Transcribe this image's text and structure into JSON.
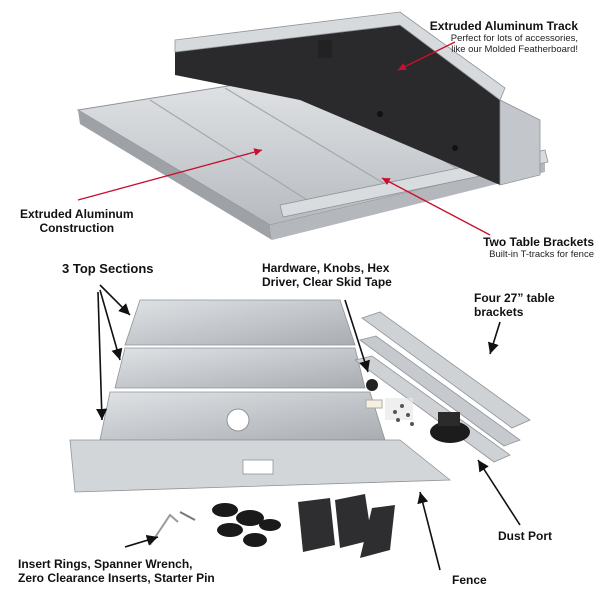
{
  "callouts": {
    "track": {
      "title": "Extruded Aluminum Track",
      "sub1": "Perfect for lots of accessories,",
      "sub2": "like our Molded Featherboard!"
    },
    "construction": {
      "line1": "Extruded Aluminum",
      "line2": "Construction"
    },
    "brackets": {
      "title": "Two Table Brackets",
      "sub": "Built-in T-tracks for fence"
    },
    "top_sections": "3 Top Sections",
    "hardware": {
      "line1": "Hardware, Knobs, Hex",
      "line2": "Driver, Clear Skid Tape"
    },
    "four_brackets": {
      "line1": "Four 27” table",
      "line2": "brackets"
    },
    "dust_port": "Dust Port",
    "insert_rings": {
      "line1": "Insert Rings, Spanner Wrench,",
      "line2": "Zero Clearance Inserts, Starter Pin"
    },
    "fence": "Fence"
  },
  "colors": {
    "arrow_red": "#c8102e",
    "arrow_black": "#111111",
    "aluminum": "#c9ccd0",
    "fence_face": "#2a2a2c"
  }
}
